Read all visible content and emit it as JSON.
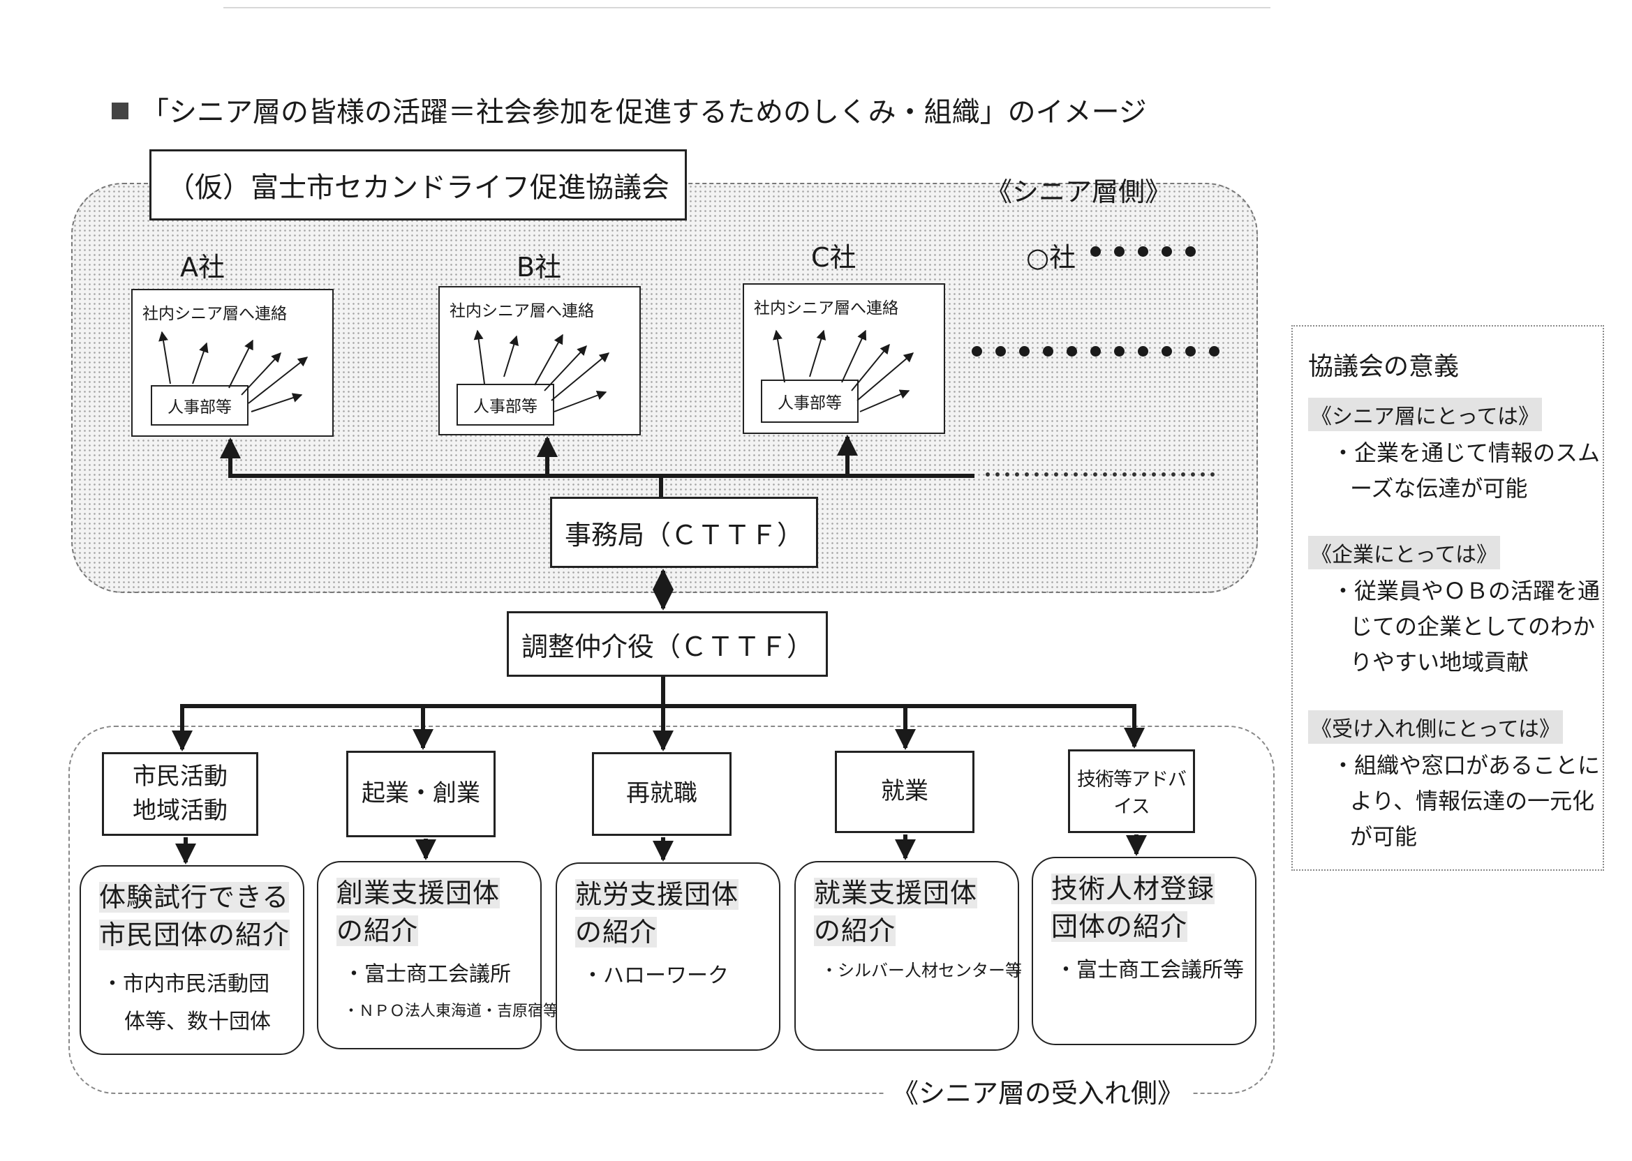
{
  "heading": "「シニア層の皆様の活躍＝社会参加を促進するためのしくみ・組織」のイメージ",
  "council": "（仮）富士市セカンドライフ促進協議会",
  "senior_side_label": "《シニア層側》",
  "receiver_side_label": "《シニア層の受入れ側》",
  "companies": [
    {
      "name": "A社",
      "notice": "社内シニア層へ連絡",
      "hr": "人事部等"
    },
    {
      "name": "B社",
      "notice": "社内シニア層へ連絡",
      "hr": "人事部等"
    },
    {
      "name": "C社",
      "notice": "社内シニア層へ連絡",
      "hr": "人事部等"
    }
  ],
  "other_company": "○社",
  "secretariat": "事務局（ＣＴＴＦ）",
  "coordinator": "調整仲介役（ＣＴＴＦ）",
  "categories": [
    {
      "label": "市民活動\n地域活動",
      "institution": "体験試行できる\n市民団体の紹介",
      "examples": [
        "・市内市民活動団",
        "体等、数十団体"
      ]
    },
    {
      "label": "起業・創業",
      "institution": "創業支援団体\nの紹介",
      "examples": [
        "・富士商工会議所",
        "・ＮＰＯ法人東海道・吉原宿等"
      ]
    },
    {
      "label": "再就職",
      "institution": "就労支援団体\nの紹介",
      "examples": [
        "・ハローワーク"
      ]
    },
    {
      "label": "就業",
      "institution": "就業支援団体\nの紹介",
      "examples": [
        "・シルバー人材センター等"
      ]
    },
    {
      "label": "技術等アドバイス",
      "institution": "技術人材登録\n団体の紹介",
      "examples": [
        "・富士商工会議所等"
      ]
    }
  ],
  "significance": {
    "title": "協議会の意義",
    "sections": [
      {
        "heading": "《シニア層にとっては》",
        "text": "・企業を通じて情報のスムーズな伝達が可能"
      },
      {
        "heading": "《企業にとっては》",
        "text": "・従業員やＯＢの活躍を通じての企業としてのわかりやすい地域貢献"
      },
      {
        "heading": "《受け入れ側にとっては》",
        "text": "・組織や窓口があることにより、情報伝達の一元化が可能"
      }
    ]
  }
}
